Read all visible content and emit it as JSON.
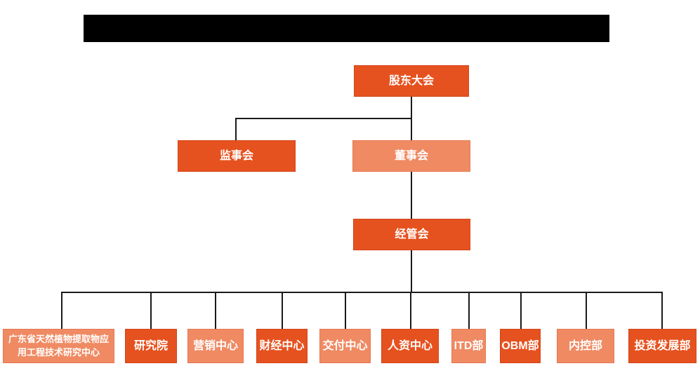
{
  "colors": {
    "primary": "#e6521f",
    "primary_border": "#d1461a",
    "secondary": "#ef8a63",
    "secondary_border": "#e57953",
    "line": "#1a1a1a",
    "redacted": "#000000",
    "box_text": "#ffffff"
  },
  "org_chart": {
    "level1": [
      {
        "label": "股东大会"
      }
    ],
    "level2": [
      {
        "label": "监事会"
      },
      {
        "label": "董事会"
      }
    ],
    "level3": [
      {
        "label": "经管会"
      }
    ],
    "departments": [
      {
        "label": "广东省天然植物提取物应用工程技术研究中心",
        "lines": [
          "广东省天然植物提取物应",
          "用工程技术研究中心"
        ]
      },
      {
        "label": "研究院"
      },
      {
        "label": "营销中心"
      },
      {
        "label": "财经中心"
      },
      {
        "label": "交付中心"
      },
      {
        "label": "人资中心"
      },
      {
        "label": "ITD部"
      },
      {
        "label": "OBM部"
      },
      {
        "label": "内控部"
      },
      {
        "label": "投资发展部"
      }
    ]
  }
}
